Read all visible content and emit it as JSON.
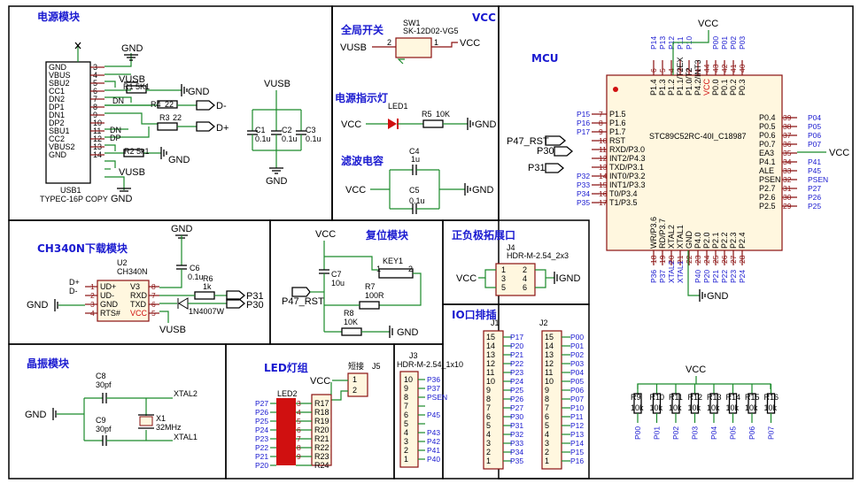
{
  "sections": {
    "power": "电源模块",
    "switch": "全局开关",
    "vcc_title": "VCC",
    "mcu": "MCU",
    "led_indicator": "电源指示灯",
    "filter_cap": "滤波电容",
    "ch340": "CH340N下载模块",
    "reset": "复位模块",
    "expansion": "正负极拓展口",
    "io": "IO口排插",
    "crystal": "晶振模块",
    "ledgroup": "LED灯组",
    "short": "短接"
  },
  "usb": {
    "ref": "USB1",
    "part": "TYPEC-16P COPY",
    "pins": [
      {
        "n": "3",
        "name": "GND"
      },
      {
        "n": "4",
        "name": "VBUS"
      },
      {
        "n": "5",
        "name": "SBU2"
      },
      {
        "n": "6",
        "name": "CC1"
      },
      {
        "n": "7",
        "name": "DN2"
      },
      {
        "n": "8",
        "name": "DP1"
      },
      {
        "n": "9",
        "name": "DN1"
      },
      {
        "n": "10",
        "name": "DP2"
      },
      {
        "n": "11",
        "name": "SBU1"
      },
      {
        "n": "12",
        "name": "CC2"
      },
      {
        "n": "13",
        "name": "VBUS2"
      },
      {
        "n": "14",
        "name": "GND"
      }
    ]
  },
  "power_parts": {
    "r1": "R1",
    "r1v": "5K1",
    "r4": "R4",
    "r4v": "22",
    "r3": "R3",
    "r3v": "22",
    "r2": "R2",
    "r2v": "5k1",
    "dn": "DN",
    "dp": "DP",
    "dminus": "D-",
    "dplus": "D+",
    "c1": "C1",
    "c2": "C2",
    "c3": "C3",
    "cv": "0.1u"
  },
  "nets": {
    "gnd": "GND",
    "vcc": "VCC",
    "vusb": "VUSB"
  },
  "sw": {
    "ref": "SW1",
    "part": "SK-12D02-VG5",
    "p2": "2",
    "p1": "1"
  },
  "led1": {
    "ref": "LED1",
    "r": "R5",
    "rv": "10K"
  },
  "cap_filter": {
    "c4": "C4",
    "c4v": "1u",
    "c5": "C5",
    "c5v": "0.1u"
  },
  "mcu": {
    "part": "STC89C52RC-40I_C18987",
    "top_pins": [
      "P1.4",
      "P1.3",
      "P1.2",
      "P1.1/T2EX",
      "P1.0/T2",
      "P4.2/INT3",
      "VCC",
      "P0.0",
      "P0.1",
      "P0.2",
      "P0.3"
    ],
    "top_nums": [
      "6",
      "5",
      "4",
      "3",
      "2",
      "1",
      "44",
      "43",
      "42",
      "41",
      "40"
    ],
    "top_nets": [
      "P14",
      "P13",
      "P12",
      "P11",
      "P10",
      "",
      "",
      "P00",
      "P01",
      "P02",
      "P03"
    ],
    "left_pins": [
      "P1.5",
      "P1.6",
      "P1.7",
      "RST",
      "RXD/P3.0",
      "INT2/P4.3",
      "TXD/P3.1",
      "INT0/P3.2",
      "INT1/P3.3",
      "T0/P3.4",
      "T1/P3.5"
    ],
    "left_nums": [
      "7",
      "8",
      "9",
      "10",
      "11",
      "12",
      "13",
      "14",
      "15",
      "16",
      "17"
    ],
    "left_nets": [
      "P15",
      "P16",
      "P17",
      "",
      "",
      "",
      "",
      "P32",
      "P33",
      "P34",
      "P35"
    ],
    "right_pins": [
      "P0.4",
      "P0.5",
      "P0.6",
      "P0.7",
      "EA3",
      "P4.1",
      "ALE",
      "PSEN",
      "P2.7",
      "P2.6",
      "P2.5"
    ],
    "right_nums": [
      "39",
      "38",
      "37",
      "36",
      "35",
      "34",
      "33",
      "32",
      "31",
      "30",
      "29"
    ],
    "right_nets": [
      "P04",
      "P05",
      "P06",
      "P07",
      "",
      "P41",
      "P45",
      "PSEN",
      "P27",
      "P26",
      "P25"
    ],
    "bottom_pins": [
      "WR/P3.6",
      "RD/P3.7",
      "XTAL2",
      "XTAL1",
      "GND",
      "P4.0",
      "P2.0",
      "P2.1",
      "P2.2",
      "P2.3",
      "P2.4"
    ],
    "bottom_nums": [
      "18",
      "19",
      "20",
      "21",
      "22",
      "23",
      "24",
      "25",
      "26",
      "27",
      "28"
    ],
    "bottom_nets": [
      "P36",
      "P37",
      "XTAL2",
      "XTAL1",
      "",
      "P40",
      "P20",
      "P21",
      "P22",
      "P23",
      "P24"
    ],
    "rst_net": "P47_RST",
    "p30": "P30",
    "p31": "P31"
  },
  "ch340": {
    "ref": "U2",
    "part": "CH340N",
    "pins_left": [
      {
        "n": "1",
        "name": "UD+"
      },
      {
        "n": "2",
        "name": "UD-"
      },
      {
        "n": "3",
        "name": "GND"
      },
      {
        "n": "4",
        "name": "RTS#"
      }
    ],
    "pins_right": [
      {
        "n": "8",
        "name": "V3"
      },
      {
        "n": "7",
        "name": "RXD"
      },
      {
        "n": "6",
        "name": "TXD"
      },
      {
        "n": "5",
        "name": "VCC"
      }
    ],
    "c6": "C6",
    "c6v": "0.1u",
    "r6": "R6",
    "r6v": "1k",
    "d": "1N4007W",
    "dplus": "D+",
    "dminus": "D-",
    "p31": "P31",
    "p30": "P30"
  },
  "reset": {
    "c7": "C7",
    "c7v": "10u",
    "key": "KEY1",
    "r7": "R7",
    "r7v": "100R",
    "r8": "R8",
    "r8v": "10K",
    "net": "P47_RST",
    "k1": "1",
    "k2": "2"
  },
  "j4": {
    "ref": "J4",
    "part": "HDR-M-2.54_2x3",
    "pins": [
      "1",
      "2",
      "3",
      "4",
      "5",
      "6"
    ]
  },
  "j1": {
    "ref": "J1",
    "nums": [
      "15",
      "14",
      "13",
      "12",
      "11",
      "10",
      "9",
      "8",
      "7",
      "6",
      "5",
      "4",
      "3",
      "2",
      "1"
    ],
    "nets": [
      "P17",
      "P20",
      "P21",
      "P22",
      "P23",
      "P24",
      "P25",
      "P26",
      "P27",
      "P30",
      "P31",
      "P32",
      "P33",
      "P34",
      "P35"
    ]
  },
  "j2": {
    "ref": "J2",
    "nums": [
      "15",
      "14",
      "13",
      "12",
      "11",
      "10",
      "9",
      "8",
      "7",
      "6",
      "5",
      "4",
      "3",
      "2",
      "1"
    ],
    "nets": [
      "P00",
      "P01",
      "P02",
      "P03",
      "P04",
      "P05",
      "P06",
      "P07",
      "P10",
      "P11",
      "P12",
      "P13",
      "P14",
      "P15",
      "P16"
    ]
  },
  "j3": {
    "ref": "J3",
    "part": "HDR-M-2.54_1x10",
    "nums": [
      "10",
      "9",
      "8",
      "7",
      "6",
      "5",
      "4",
      "3",
      "2",
      "1"
    ],
    "nets": [
      "P36",
      "P37",
      "PSEN",
      "",
      "P45",
      "",
      "P43",
      "P42",
      "P41",
      "P40"
    ]
  },
  "j5": {
    "ref": "J5",
    "nums": [
      "1",
      "2"
    ]
  },
  "crystal": {
    "c8": "C8",
    "c8v": "30pf",
    "c9": "C9",
    "c9v": "30pf",
    "x": "X1",
    "xv": "32MHz",
    "xtal2": "XTAL2",
    "xtal1": "XTAL1"
  },
  "ledgroup": {
    "ref": "LED2",
    "nets": [
      "P27",
      "P26",
      "P25",
      "P24",
      "P23",
      "P22",
      "P21",
      "P20"
    ],
    "resistors": [
      "R17",
      "R18",
      "R19",
      "R20",
      "R21",
      "R22",
      "R23",
      "R24"
    ],
    "pins": [
      "3",
      "4",
      "5",
      "6",
      "7",
      "8",
      "9"
    ]
  },
  "pullups": {
    "refs": [
      "R9",
      "R10",
      "R11",
      "R12",
      "R13",
      "R14",
      "R15",
      "R16"
    ],
    "value": "10k",
    "value_last": "10k",
    "nets": [
      "P00",
      "P01",
      "P02",
      "P03",
      "P04",
      "P05",
      "P06",
      "P07"
    ]
  }
}
